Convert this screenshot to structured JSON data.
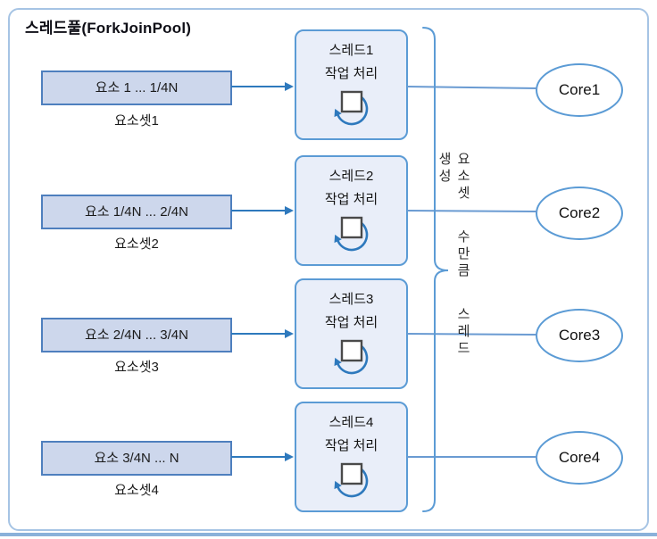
{
  "title": "스레드풀(ForkJoinPool)",
  "rows": [
    {
      "element_box": "요소 1 ... 1/4N",
      "element_label": "요소셋1",
      "thread_name": "스레드1",
      "thread_task": "작업 처리",
      "core_name": "Core1"
    },
    {
      "element_box": "요소 1/4N ... 2/4N",
      "element_label": "요소셋2",
      "thread_name": "스레드2",
      "thread_task": "작업 처리",
      "core_name": "Core2"
    },
    {
      "element_box": "요소 2/4N ... 3/4N",
      "element_label": "요소셋3",
      "thread_name": "스레드3",
      "thread_task": "작업 처리",
      "core_name": "Core3"
    },
    {
      "element_box": "요소 3/4N ... N",
      "element_label": "요소셋4",
      "thread_name": "스레드4",
      "thread_task": "작업 처리",
      "core_name": "Core4"
    }
  ],
  "brace_annotation": "요소셋 수만큼 스레드 생성",
  "icons": {
    "loop_icon": "clockwise-circular-arrow-around-square"
  },
  "colors": {
    "element_box_fill": "#cdd7ec",
    "element_box_border": "#4e7fbe",
    "thread_box_fill": "#e9eef9",
    "thread_box_border": "#5b9bd5",
    "core_border": "#5b9bd5",
    "connector_line": "#6a9bd2",
    "flow_arrow": "#2e79bd",
    "brace": "#5b9bd5",
    "frame_border": "#a6c4e4",
    "bottom_bar": "#8ab1da"
  }
}
